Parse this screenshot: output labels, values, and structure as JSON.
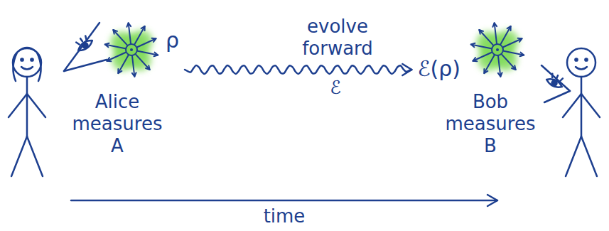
{
  "diagram": {
    "nodes": [
      {
        "text": [
          "ρ"
        ]
      },
      {
        "text": [
          "ℰ(ρ)"
        ]
      }
    ],
    "edges": [
      {
        "from": 0,
        "to": 1,
        "arrow": "to",
        "label": "evolve forward"
      }
    ],
    "labels": [
      "Alice measures A",
      "ℰ",
      "Bob measures B",
      "time"
    ]
  }
}
